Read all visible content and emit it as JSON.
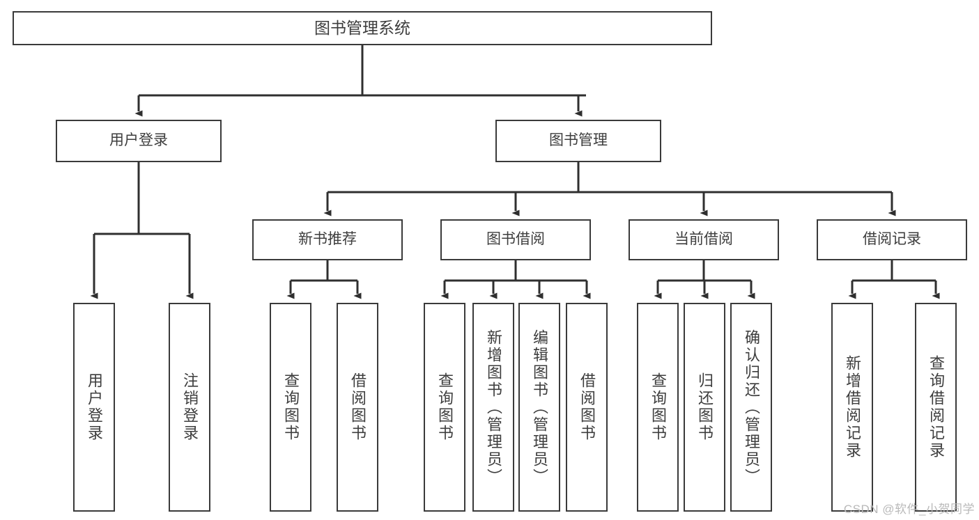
{
  "diagram": {
    "title": "图书管理系统",
    "type": "tree-hierarchy-diagram",
    "colors": {
      "border": "#3a3a3a",
      "text": "#3d3d3d",
      "background": "#ffffff",
      "connector": "#2f2f2f",
      "watermark": "#b9b9b9"
    },
    "root": {
      "label": "图书管理系统"
    },
    "level1": [
      {
        "label": "用户登录"
      },
      {
        "label": "图书管理"
      }
    ],
    "level2": [
      {
        "label": "新书推荐"
      },
      {
        "label": "图书借阅"
      },
      {
        "label": "当前借阅"
      },
      {
        "label": "借阅记录"
      }
    ],
    "leaves": {
      "user_login": [
        {
          "label": "用户登录"
        },
        {
          "label": "注销登录"
        }
      ],
      "new_book_recommend": [
        {
          "label": "查询图书"
        },
        {
          "label": "借阅图书"
        }
      ],
      "book_borrow": [
        {
          "label": "查询图书"
        },
        {
          "label": "新增图书（管理员）"
        },
        {
          "label": "编辑图书（管理员）"
        },
        {
          "label": "借阅图书"
        }
      ],
      "current_borrow": [
        {
          "label": "查询图书"
        },
        {
          "label": "归还图书"
        },
        {
          "label": "确认归还（管理员）"
        }
      ],
      "borrow_record": [
        {
          "label": "新增借阅记录"
        },
        {
          "label": "查询借阅记录"
        }
      ]
    },
    "watermark": "CSDN @软件_小贺同学"
  }
}
